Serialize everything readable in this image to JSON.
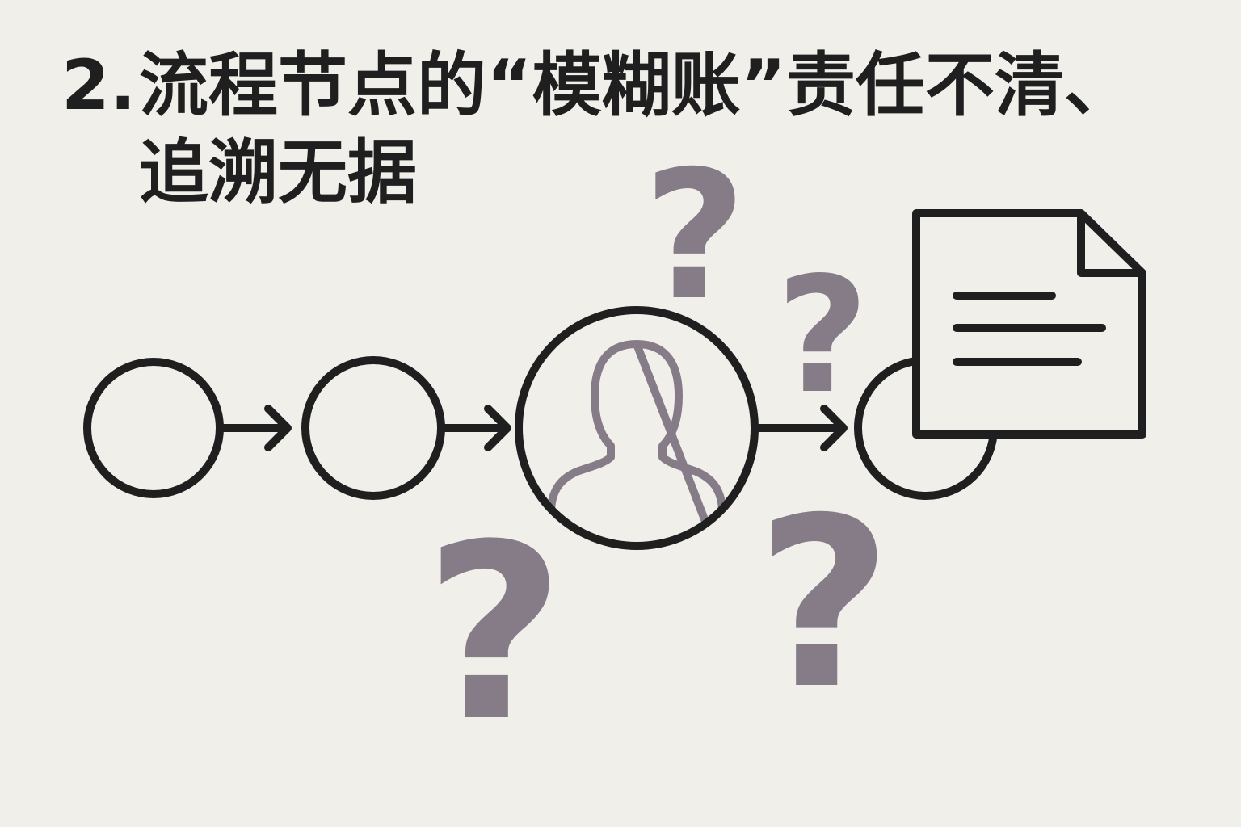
{
  "title": {
    "number": "2.",
    "line1": "流程节点的“模糊账”责任不清、",
    "line2": "追溯无据"
  },
  "diagram": {
    "question_mark": "?",
    "colors": {
      "background": "#f1efea",
      "stroke": "#1f1f1f",
      "accent": "#857c88"
    },
    "icons": [
      "node-circle",
      "arrow-right",
      "person-icon",
      "document-icon",
      "question-mark"
    ]
  }
}
